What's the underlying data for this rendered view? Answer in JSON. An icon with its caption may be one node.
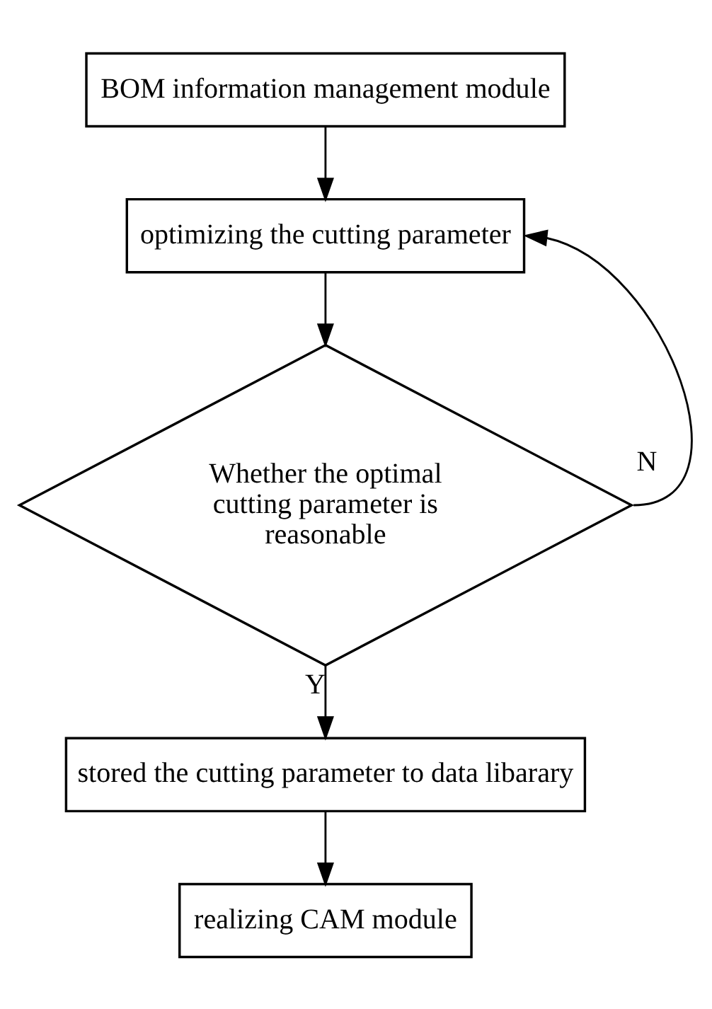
{
  "diagram": {
    "nodes": [
      {
        "text": [
          "BOM information management module"
        ]
      },
      {
        "text": [
          "optimizing the cutting parameter"
        ]
      },
      {
        "text": [
          "Whether the optimal cutting parameter is reasonable"
        ]
      },
      {
        "text": [
          "stored the cutting parameter to data libarary"
        ]
      },
      {
        "text": [
          "realizing CAM module"
        ]
      }
    ],
    "edges": [
      {
        "from": 0,
        "to": 1,
        "arrow": "to"
      },
      {
        "from": 1,
        "to": 2,
        "arrow": "to"
      },
      {
        "from": 2,
        "to": 3,
        "arrow": "to",
        "label": "Y"
      },
      {
        "from": 2,
        "to": 1,
        "arrow": "to",
        "label": "N"
      },
      {
        "from": 3,
        "to": 4,
        "arrow": "to"
      }
    ]
  }
}
